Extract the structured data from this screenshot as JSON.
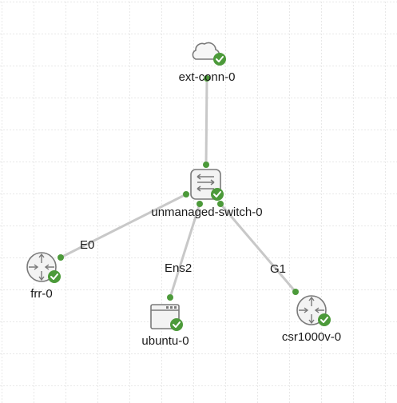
{
  "colors": {
    "canvas_bg": "#ffffff",
    "grid": "#d0d0d0",
    "link": "#c8c8c8",
    "port_dot": "#4c9a3a",
    "status_ok": "#4c9a3a",
    "icon_stroke": "#7a7a7a",
    "icon_fill": "#f3f3f3"
  },
  "nodes": [
    {
      "id": "ext-conn-0",
      "label": "ext-conn-0",
      "icon": "cloud-icon",
      "status": "check-icon"
    },
    {
      "id": "unmanaged-switch-0",
      "label": "unmanaged-switch-0",
      "icon": "switch-icon",
      "status": "check-icon"
    },
    {
      "id": "frr-0",
      "label": "frr-0",
      "icon": "router-icon",
      "status": "check-icon"
    },
    {
      "id": "ubuntu-0",
      "label": "ubuntu-0",
      "icon": "server-icon",
      "status": "check-icon"
    },
    {
      "id": "csr1000v-0",
      "label": "csr1000v-0",
      "icon": "router-icon",
      "status": "check-icon"
    }
  ],
  "links": [
    {
      "from": "ext-conn-0",
      "to": "unmanaged-switch-0",
      "label": ""
    },
    {
      "from": "unmanaged-switch-0",
      "to": "frr-0",
      "label": "E0"
    },
    {
      "from": "unmanaged-switch-0",
      "to": "ubuntu-0",
      "label": "Ens2"
    },
    {
      "from": "unmanaged-switch-0",
      "to": "csr1000v-0",
      "label": "G1"
    }
  ]
}
